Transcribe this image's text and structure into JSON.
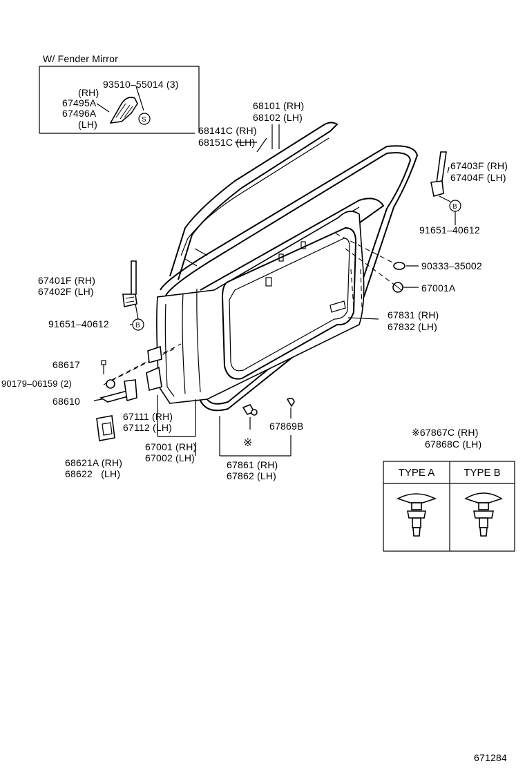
{
  "inset": {
    "title": "W/ Fender Mirror"
  },
  "marks": {
    "s": "S",
    "b": "B",
    "star": "※"
  },
  "labels": {
    "l93510": "93510–55014 (3)",
    "l67495_rh": "(RH)",
    "l67495": "67495A",
    "l67496": "67496A",
    "l67496_lh": "(LH)",
    "l68101": "68101 (RH)",
    "l68102": "68102 (LH)",
    "l68141": "68141C (RH)",
    "l68151": "68151C (LH)",
    "l67403": "67403F (RH)",
    "l67404": "67404F (LH)",
    "l91651a": "91651–40612",
    "l90333": "90333–35002",
    "l67001a": "67001A",
    "l67401": "67401F (RH)",
    "l67402": "67402F (LH)",
    "l91651b": "91651–40612",
    "l67831": "67831 (RH)",
    "l67832": "67832 (LH)",
    "l68617": "68617",
    "l90179": "90179–06159 (2)",
    "l68610": "68610",
    "l67111": "67111 (RH)",
    "l67112": "67112 (LH)",
    "l67869": "67869B",
    "l67867": "※67867C (RH)",
    "l67868": "67868C (LH)",
    "l67001": "67001 (RH)",
    "l67002": "67002 (LH)",
    "l68621": "68621A (RH)",
    "l68622": "68622   (LH)",
    "l67861": "67861 (RH)",
    "l67862": "67862 (LH)"
  },
  "types_table": {
    "col_a": "TYPE A",
    "col_b": "TYPE B"
  },
  "figure_id": "671284"
}
